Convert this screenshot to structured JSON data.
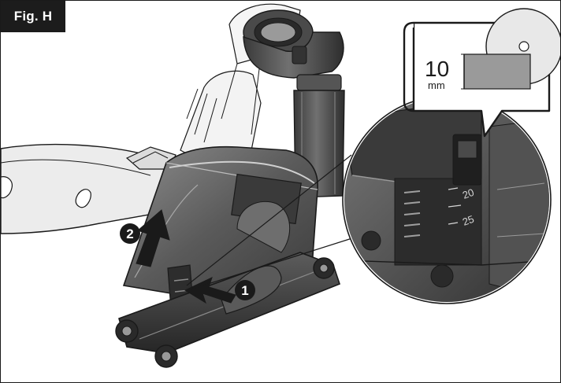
{
  "figure": {
    "label": "Fig. H",
    "callouts": [
      {
        "number": "1",
        "description": "push locking lever"
      },
      {
        "number": "2",
        "description": "lift guard upward"
      }
    ],
    "inset": {
      "value": "10",
      "unit": "mm"
    },
    "scale_marks": [
      "20",
      "25"
    ]
  },
  "colors": {
    "outline": "#1a1a1a",
    "body_dark": "#3a3a3a",
    "body_mid": "#6b6b6b",
    "body_light": "#9a9a9a",
    "highlight": "#d6d6d6",
    "callout_fill": "#1a1a1a",
    "callout_text": "#ffffff"
  }
}
